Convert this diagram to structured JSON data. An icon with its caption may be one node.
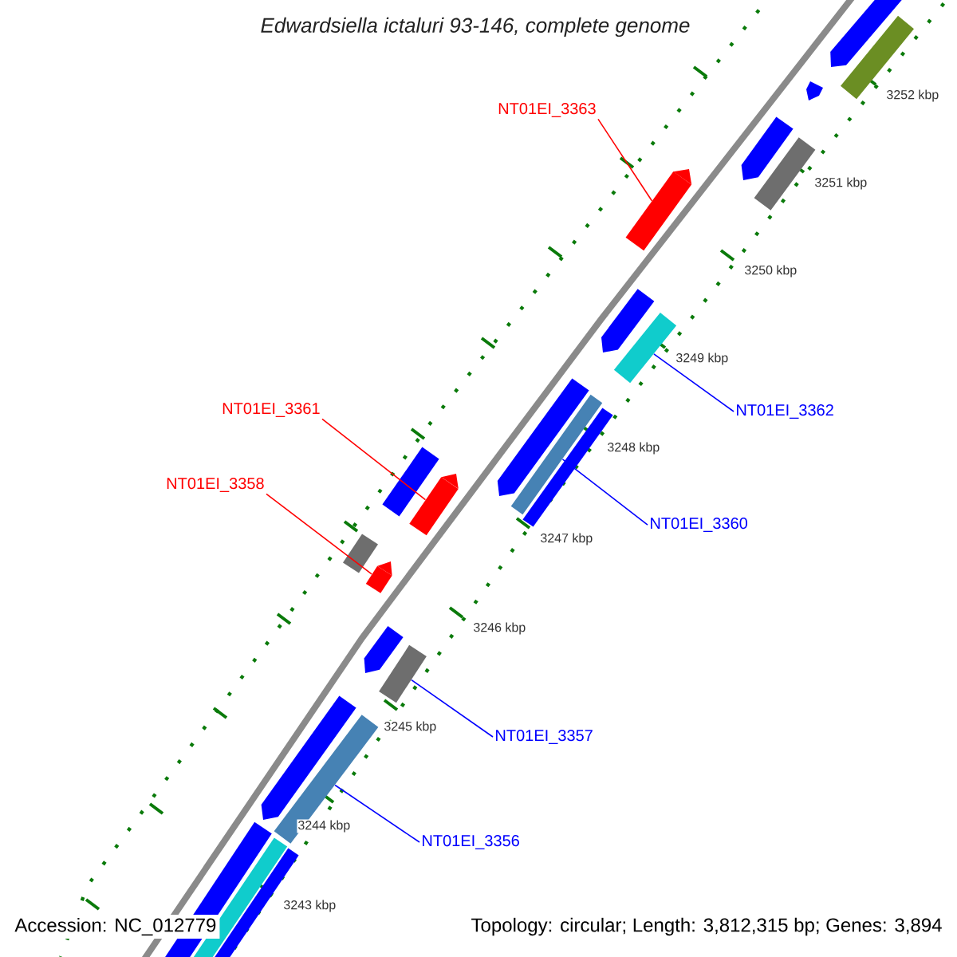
{
  "diagram": {
    "title": "Edwardsiella ictaluri 93-146, complete genome",
    "nodes": [
      {
        "text": [
          "NT01EI_3363"
        ]
      },
      {
        "text": [],
        "shape": "bar"
      },
      {
        "text": [
          "NT01EI_3362"
        ]
      },
      {
        "text": [],
        "shape": "bar"
      },
      {
        "text": [
          "NT01EI_3361"
        ]
      },
      {
        "text": [],
        "shape": "bar"
      },
      {
        "text": [
          "NT01EI_3358"
        ]
      },
      {
        "text": [],
        "shape": "bar"
      },
      {
        "text": [
          "NT01EI_3360"
        ]
      },
      {
        "text": [],
        "shape": "bar"
      },
      {
        "text": [
          "NT01EI_3357"
        ]
      },
      {
        "text": [],
        "shape": "bar"
      },
      {
        "text": [
          "NT01EI_3356"
        ]
      },
      {
        "text": [],
        "shape": "bar"
      }
    ],
    "edges": [
      {
        "from": 0,
        "to": 1,
        "arrow": "none",
        "color": "#ff0000"
      },
      {
        "from": 2,
        "to": 3,
        "arrow": "none"
      },
      {
        "from": 4,
        "to": 5,
        "arrow": "none",
        "color": "#ff0000"
      },
      {
        "from": 6,
        "to": 7,
        "arrow": "none",
        "color": "#ff0000"
      },
      {
        "from": 8,
        "to": 9,
        "arrow": "none"
      },
      {
        "from": 10,
        "to": 11,
        "arrow": "none"
      },
      {
        "from": 12,
        "to": 13,
        "arrow": "none"
      }
    ],
    "labels": [
      "3252 kbp",
      "3251 kbp",
      "3250 kbp",
      "3249 kbp",
      "3248 kbp",
      "3247 kbp",
      "3246 kbp",
      "3245 kbp",
      "3244 kbp",
      "3243 kbp",
      "Accession: NC_012779",
      "Topology: circular; Length: 3,812,315 bp; Genes: 3,894"
    ]
  }
}
